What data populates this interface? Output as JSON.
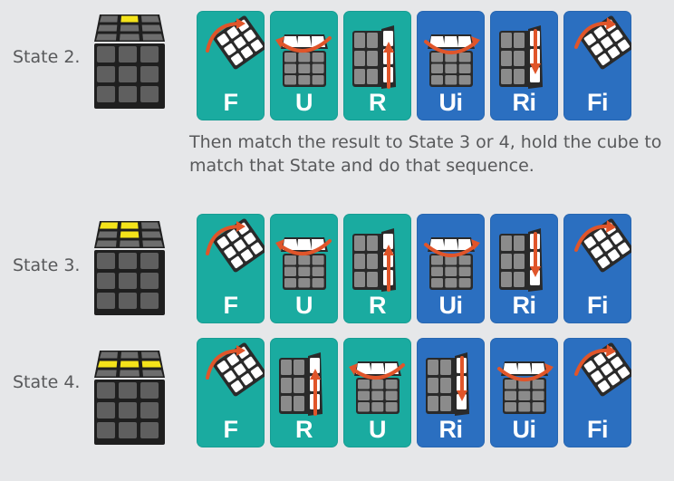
{
  "colors": {
    "background": "#e6e7e9",
    "card_teal": "#1aaba0",
    "card_blue": "#2b6fc0",
    "arrow": "#e0552a",
    "cube_body": "#3a3a3a",
    "cube_yellow": "#f4e31a"
  },
  "states": [
    {
      "label": "State 2.",
      "top_pattern": [
        "center-back"
      ],
      "moves": [
        {
          "label": "F",
          "color": "teal",
          "icon": "front-turn-icon"
        },
        {
          "label": "U",
          "color": "teal",
          "icon": "up-turn-icon"
        },
        {
          "label": "R",
          "color": "teal",
          "icon": "right-turn-icon"
        },
        {
          "label": "Ui",
          "color": "blue",
          "icon": "up-inverse-turn-icon"
        },
        {
          "label": "Ri",
          "color": "blue",
          "icon": "right-inverse-turn-icon"
        },
        {
          "label": "Fi",
          "color": "blue",
          "icon": "front-inverse-turn-icon"
        }
      ]
    },
    {
      "label": "State 3.",
      "top_pattern": [
        "center-back",
        "left-back",
        "center"
      ],
      "moves": [
        {
          "label": "F",
          "color": "teal",
          "icon": "front-turn-icon"
        },
        {
          "label": "U",
          "color": "teal",
          "icon": "up-turn-icon"
        },
        {
          "label": "R",
          "color": "teal",
          "icon": "right-turn-icon"
        },
        {
          "label": "Ui",
          "color": "blue",
          "icon": "up-inverse-turn-icon"
        },
        {
          "label": "Ri",
          "color": "blue",
          "icon": "right-inverse-turn-icon"
        },
        {
          "label": "Fi",
          "color": "blue",
          "icon": "front-inverse-turn-icon"
        }
      ]
    },
    {
      "label": "State 4.",
      "top_pattern": [
        "left-middle",
        "center",
        "right-middle"
      ],
      "moves": [
        {
          "label": "F",
          "color": "teal",
          "icon": "front-turn-icon"
        },
        {
          "label": "R",
          "color": "teal",
          "icon": "right-turn-icon"
        },
        {
          "label": "U",
          "color": "teal",
          "icon": "up-turn-icon"
        },
        {
          "label": "Ri",
          "color": "blue",
          "icon": "right-inverse-turn-icon"
        },
        {
          "label": "Ui",
          "color": "blue",
          "icon": "up-inverse-turn-icon"
        },
        {
          "label": "Fi",
          "color": "blue",
          "icon": "front-inverse-turn-icon"
        }
      ]
    }
  ],
  "note": "Then match the result to State 3 or 4, hold the cube to match that State and do that sequence."
}
